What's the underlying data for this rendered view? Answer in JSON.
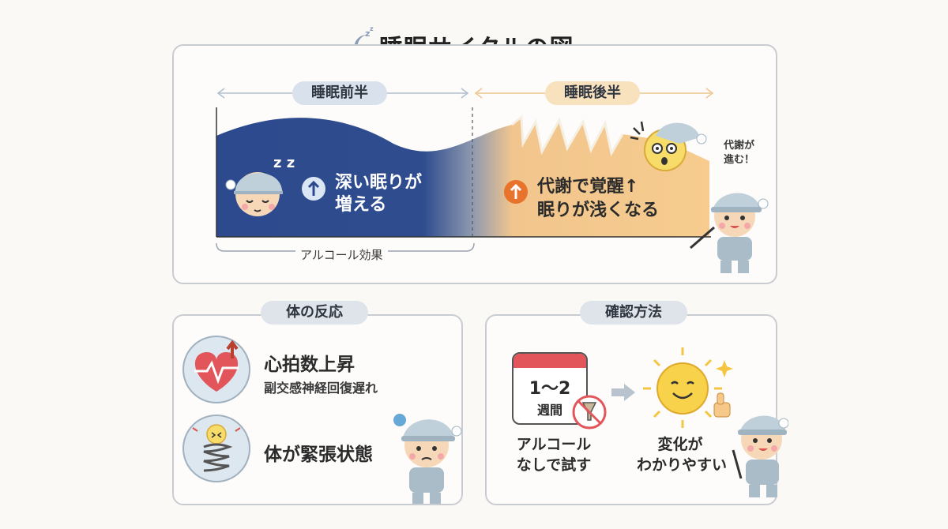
{
  "title": "睡眠サイクルの図",
  "cycle": {
    "first_half_label": "睡眠前半",
    "second_half_label": "睡眠後半",
    "deep_sleep_line1": "深い眠りが",
    "deep_sleep_line2": "増える",
    "metabolism_line1": "代謝で覚醒",
    "metabolism_line2": "眠りが浅くなる",
    "metabolism_arrow": "↑",
    "alcohol_effect": "アルコール効果",
    "bubble_line1": "代謝が",
    "bubble_line2": "進む！",
    "sleep_mark": "z z",
    "colors": {
      "deep": "#2e4a8e",
      "light": "#f6c98a",
      "accent": "#e8732c"
    }
  },
  "body_reaction": {
    "label": "体の反応",
    "item1_title": "心拍数上昇",
    "item1_sub": "副交感神経回復遅れ",
    "item2_title": "体が緊張状態"
  },
  "check_method": {
    "label": "確認方法",
    "calendar_range": "1〜2",
    "calendar_unit": "週間",
    "try_line1": "アルコール",
    "try_line2": "なしで試す",
    "result_line1": "変化が",
    "result_line2": "わかりやすい"
  }
}
